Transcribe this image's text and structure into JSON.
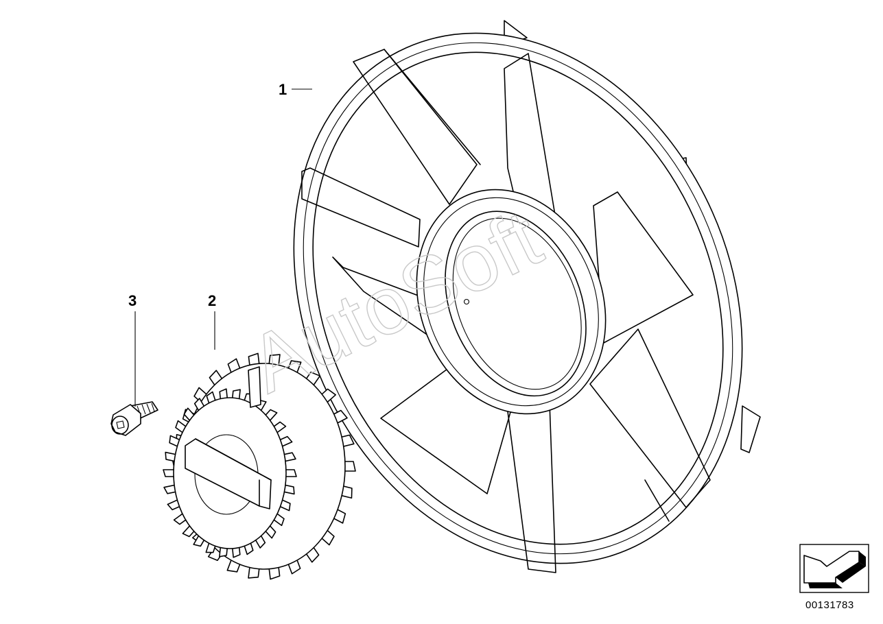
{
  "diagram": {
    "callouts": [
      {
        "id": "callout-1",
        "label": "1",
        "part": "fan-wheel"
      },
      {
        "id": "callout-2",
        "label": "2",
        "part": "fan-clutch"
      },
      {
        "id": "callout-3",
        "label": "3",
        "part": "socket-head-screw"
      }
    ],
    "watermark": "AutoSoft",
    "document_number": "00131783",
    "nav_icon": "arrow-down-left-icon"
  }
}
